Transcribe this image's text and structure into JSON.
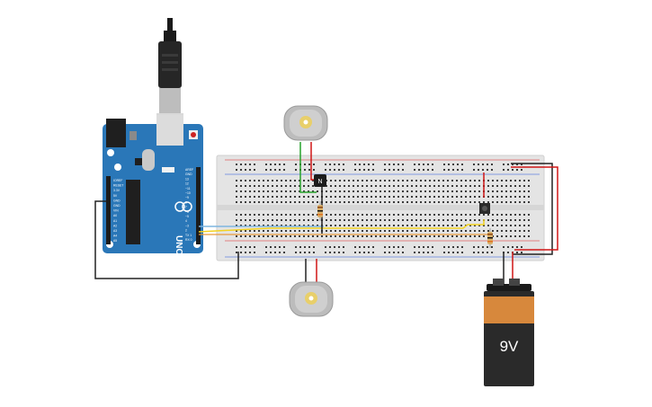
{
  "board": {
    "name": "Arduino UNO",
    "brand_text": "UNO",
    "accent": "#2a77b8",
    "left_pin_labels": [
      "IOREF",
      "RESET",
      "3.3V",
      "5V",
      "GND",
      "GND",
      "VIN",
      "A0",
      "A1",
      "A2",
      "A3",
      "A4",
      "A5"
    ],
    "right_pin_labels": [
      "AREF",
      "GND",
      "13",
      "12",
      "~11",
      "~10",
      "~9",
      "8",
      "7",
      "~6",
      "~5",
      "4",
      "~3",
      "2",
      "TX 1",
      "RX 0"
    ]
  },
  "transistor": {
    "label": "N"
  },
  "battery": {
    "label": "9V",
    "body_color": "#2a2a2a",
    "cap_color": "#d7883c"
  },
  "motors": [
    {
      "name": "top-motor"
    },
    {
      "name": "bottom-motor"
    }
  ],
  "breadboard": {
    "color": "#e2e2e2"
  },
  "wire_colors": {
    "red": "#d01616",
    "black": "#222222",
    "green": "#27a22b",
    "yellow": "#f3d321",
    "blue": "#7fb6e0",
    "orange": "#e89a3c"
  }
}
